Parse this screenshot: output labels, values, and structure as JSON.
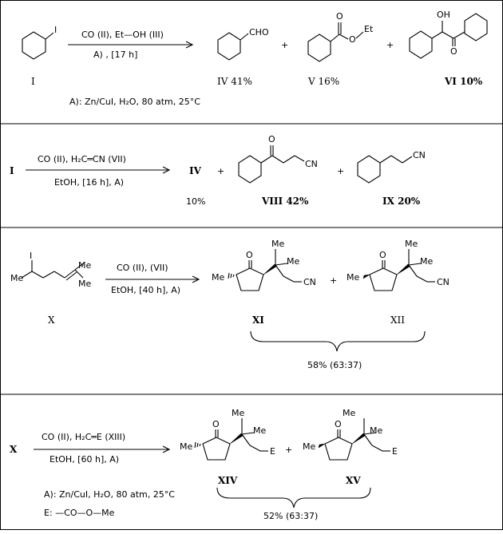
{
  "reaction1": {
    "substrate_atom": "I",
    "reagents": "CO (II),  Et—OH  (III)",
    "conditions": "A) , [17 h]",
    "cho_group": "CHO",
    "ester_o1": "O",
    "ester_o2": "O",
    "ester_et": "Et",
    "oh_group": "OH",
    "keto_o": "O",
    "label_I": "I",
    "label_IV": "IV 41%",
    "label_V": "V  16%",
    "label_VI": "VI 10%",
    "plus": "+",
    "footnote": "A): Zn/CuI, H₂O,  80 atm, 25°C"
  },
  "reaction2": {
    "start_label": "I",
    "reagents": "CO (II),  H₂C═CN   (VII)",
    "conditions": "EtOH, [16 h],  A)",
    "product_IV": "IV",
    "yield_IV": "10%",
    "keto_o": "O",
    "cn_group": "CN",
    "cn_group2": "CN",
    "label_VIII": "VIII   42%",
    "label_IX": "IX  20%",
    "plus": "+"
  },
  "reaction3": {
    "sub_I": "I",
    "me1": "Me",
    "me2": "Me",
    "me3": "Me",
    "reagents": "CO (II),  (VII)",
    "conditions": "EtOH,  [40 h], A)",
    "label_X": "X",
    "xi_me_ring": "Me",
    "xi_o": "O",
    "xi_me_a": "Me",
    "xi_me_b": "Me",
    "xi_cn": "CN",
    "xii_me_ring": "Me",
    "xii_o": "O",
    "xii_me_a": "Me",
    "xii_me_b": "Me",
    "xii_cn": "CN",
    "label_XI": "XI",
    "label_XII": "XII",
    "yield": "58% (63:37)",
    "plus": "+"
  },
  "reaction4": {
    "start_label": "X",
    "reagents": "CO (II),   H₂C═E  (XIII)",
    "conditions": "EtOH,  [60 h],  A)",
    "xiv_me_ring": "Me",
    "xiv_o": "O",
    "xiv_me_a": "Me",
    "xiv_me_b": "Me",
    "xiv_e": "E",
    "xv_me_ring": "Me",
    "xv_o": "O",
    "xv_me_a": "Me",
    "xv_me_b": "Me",
    "xv_e": "E",
    "label_XIV": "XIV",
    "label_XV": "XV",
    "yield": "52% (63:37)",
    "plus": "+",
    "footnote_a": "A): Zn/CuI, H₂O,  80 atm, 25°C",
    "footnote_e": "E: —CO—O—Me"
  }
}
